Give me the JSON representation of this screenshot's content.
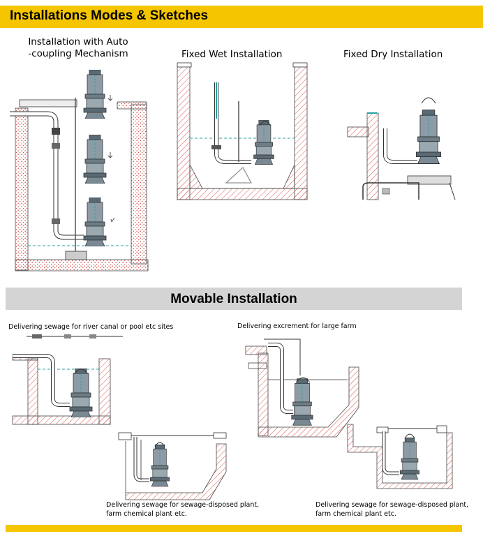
{
  "header": {
    "title": "Installations Modes & Sketches"
  },
  "section2": {
    "title": "Movable Installation"
  },
  "captions": {
    "auto_coupling_line1": "Installation with Auto",
    "auto_coupling_line2": "-coupling Mechanism",
    "fixed_wet": "Fixed Wet  Installation",
    "fixed_dry": "Fixed Dry  Installation",
    "river_canal": "Delivering sewage for river canal or pool etc sites",
    "large_farm": "Delivering excrement for large farm",
    "plant_a_line1": "Delivering sewage for sewage-disposed plant,",
    "plant_a_line2": "farm chemical plant etc.",
    "plant_b_line1": "Delivering sewage for sewage-disposed plant,",
    "plant_b_line2": "farm chemical plant etc."
  },
  "colors": {
    "accent": "#f5c500",
    "section_bar": "#d4d4d4",
    "hatch": "#d9534f",
    "water": "#2aa0a0",
    "pump": "#7a8a95"
  }
}
